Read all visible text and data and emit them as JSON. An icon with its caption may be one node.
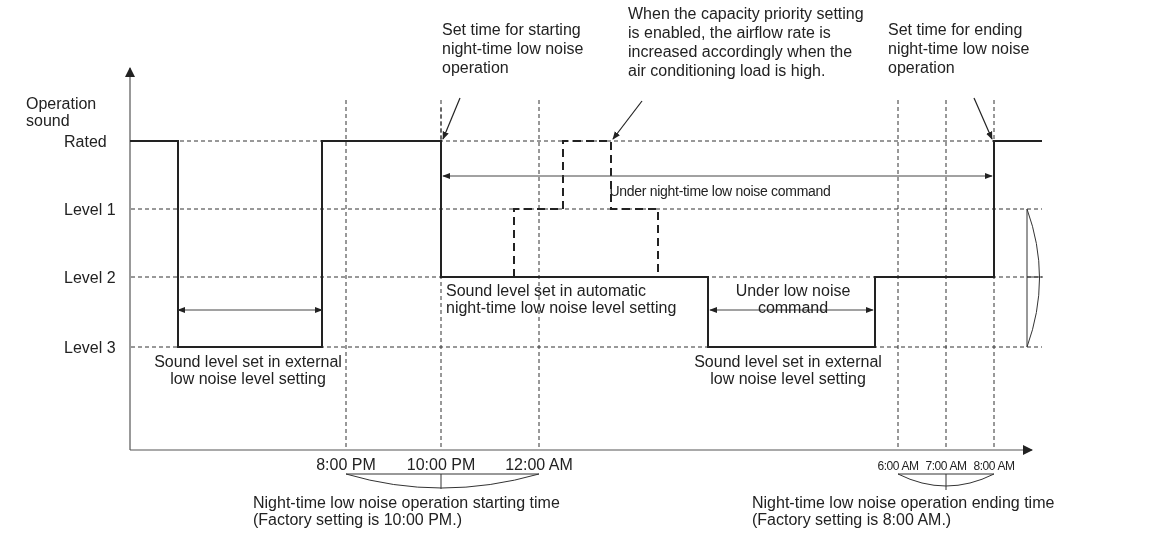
{
  "diagram": {
    "nodes": [
      {
        "text": [
          "Set time for starting night-time low noise operation"
        ]
      },
      {
        "text": [
          "When the capacity priority setting is enabled, the airflow rate is increased accordingly when the air conditioning load is high."
        ]
      },
      {
        "text": [
          "Set time for ending night-time low noise operation"
        ]
      }
    ],
    "edges": [
      {
        "from": 0,
        "to": null,
        "arrow": "to"
      },
      {
        "from": 1,
        "to": null,
        "arrow": "to"
      },
      {
        "from": 2,
        "to": null,
        "arrow": "to"
      }
    ],
    "labels": [
      "Operation sound",
      "Rated",
      "Level 1",
      "Level 2",
      "Level 3",
      "Under night-time low noise command",
      "Sound level set in automatic night-time low noise level setting",
      "Under low noise command",
      "Sound level set in external low noise level setting",
      "Sound level set in external low noise level setting",
      "8:00 PM",
      "10:00 PM",
      "12:00 AM",
      "6:00 AM",
      "7:00 AM",
      "8:00 AM",
      "Night-time low noise operation starting time",
      "(Factory setting is 10:00 PM.)",
      "Night-time low noise operation ending time",
      "(Factory setting is 8:00 AM.)"
    ]
  }
}
